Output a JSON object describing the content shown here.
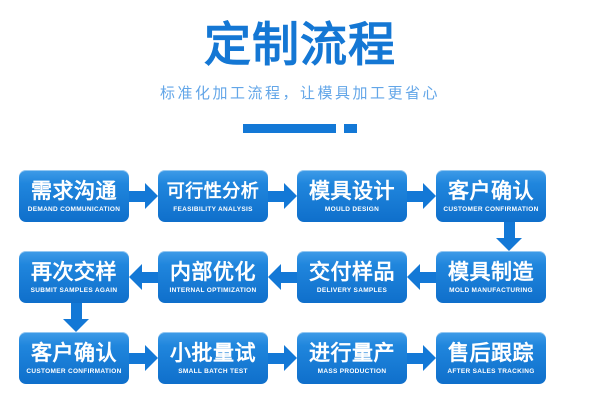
{
  "header": {
    "title": "定制流程",
    "subtitle": "标准化加工流程，让模具加工更省心",
    "divider_color": "#1378d6",
    "title_color": "#1477d4",
    "subtitle_color": "#63a6e8"
  },
  "flow": {
    "box_gradient_top": "#3f9ce8",
    "box_gradient_bottom": "#0f6fcb",
    "arrow_color": "#1378d6",
    "rows": [
      {
        "direction": "right",
        "steps": [
          {
            "cn": "需求沟通",
            "en": "DEMAND COMMUNICATION"
          },
          {
            "cn": "可行性分析",
            "en": "FEASIBILITY ANALYSIS"
          },
          {
            "cn": "模具设计",
            "en": "MOULD DESIGN"
          },
          {
            "cn": "客户确认",
            "en": "CUSTOMER CONFIRMATION"
          }
        ]
      },
      {
        "direction": "left",
        "steps": [
          {
            "cn": "再次交样",
            "en": "SUBMIT SAMPLES AGAIN"
          },
          {
            "cn": "内部优化",
            "en": "INTERNAL OPTIMIZATION"
          },
          {
            "cn": "交付样品",
            "en": "DELIVERY SAMPLES"
          },
          {
            "cn": "模具制造",
            "en": "MOLD MANUFACTURING"
          }
        ]
      },
      {
        "direction": "right",
        "steps": [
          {
            "cn": "客户确认",
            "en": "CUSTOMER CONFIRMATION"
          },
          {
            "cn": "小批量试",
            "en": "SMALL BATCH TEST"
          },
          {
            "cn": "进行量产",
            "en": "MASS PRODUCTION"
          },
          {
            "cn": "售后跟踪",
            "en": "AFTER SALES TRACKING"
          }
        ]
      }
    ]
  }
}
